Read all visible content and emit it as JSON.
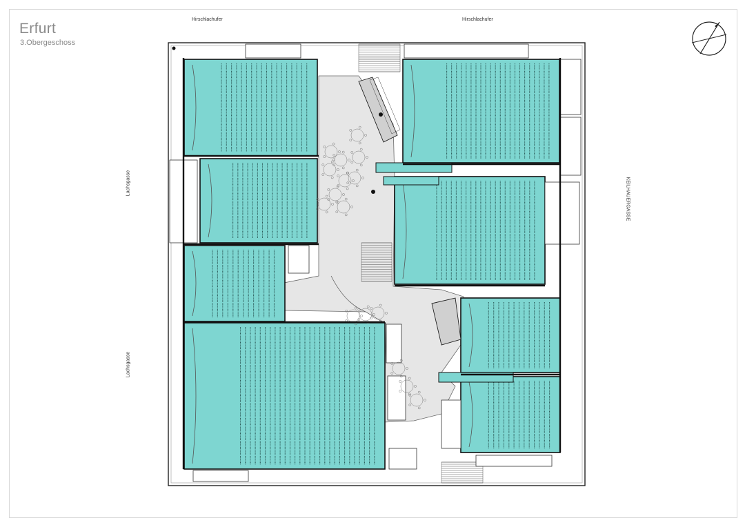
{
  "sheet": {
    "title": "Erfurt",
    "subtitle": "3.Obergeschoss"
  },
  "streets": {
    "top_left": "Hirschlachufer",
    "top_right": "Hirschlachufer",
    "left_upper": "Lachsgasse",
    "left_lower": "Lachsgasse",
    "right": "KEILHAUERGASSE"
  },
  "colors": {
    "auditorium": "#7ed6d1",
    "seat_rows": "#2d5c5a",
    "walls": "#111111",
    "foyer": "#e6e6e6",
    "outline": "#555555"
  },
  "icons": [
    "compass-icon"
  ]
}
